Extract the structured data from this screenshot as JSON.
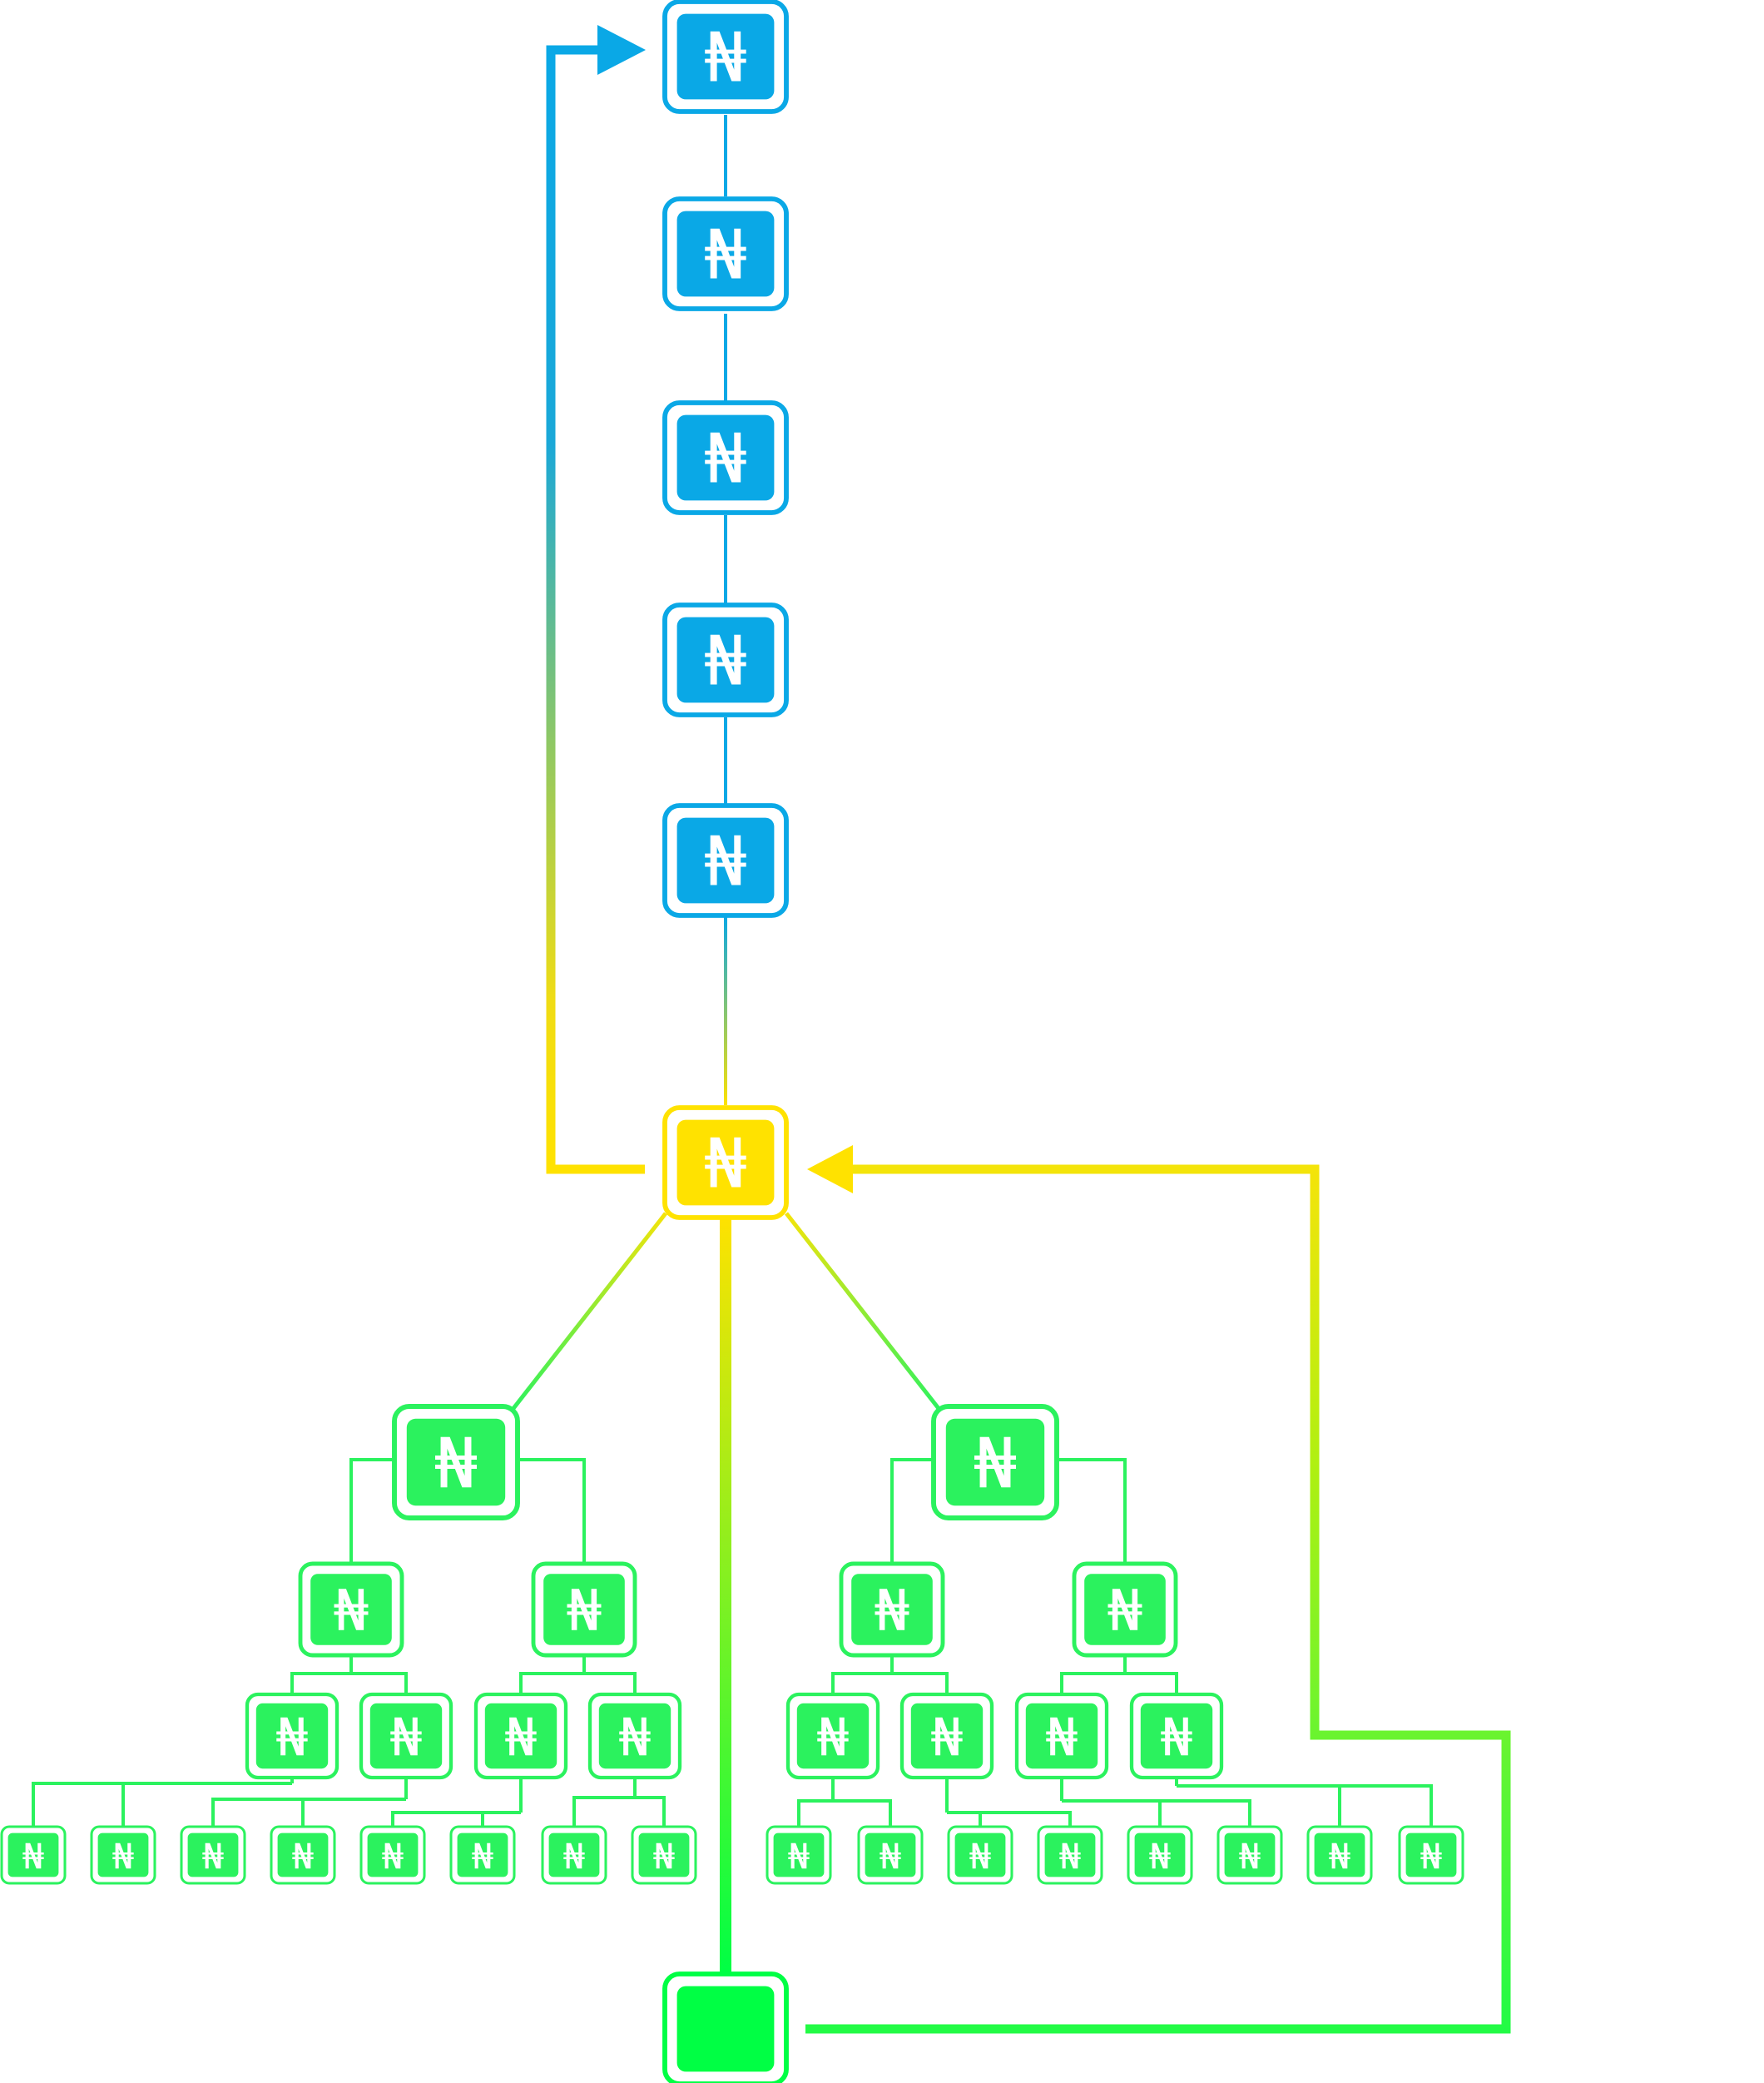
{
  "symbol": "₦",
  "colors": {
    "blue": "#0aa8e6",
    "yellow": "#ffe200",
    "green": "#2bf25e",
    "bright_green": "#00ff44",
    "background": "#ffffff"
  },
  "nodes": {
    "chain": [
      {
        "id": "chain-1",
        "color": "blue",
        "label": "₦"
      },
      {
        "id": "chain-2",
        "color": "blue",
        "label": "₦"
      },
      {
        "id": "chain-3",
        "color": "blue",
        "label": "₦"
      },
      {
        "id": "chain-4",
        "color": "blue",
        "label": "₦"
      },
      {
        "id": "chain-5",
        "color": "blue",
        "label": "₦"
      }
    ],
    "hub": {
      "id": "hub",
      "color": "yellow",
      "label": "₦"
    },
    "sink": {
      "id": "sink",
      "color": "bright_green",
      "label": ""
    }
  },
  "tree": {
    "color": "green",
    "label": "₦",
    "subtrees": 2,
    "children_per_node": 2,
    "leaves_per_subtree": 8
  }
}
